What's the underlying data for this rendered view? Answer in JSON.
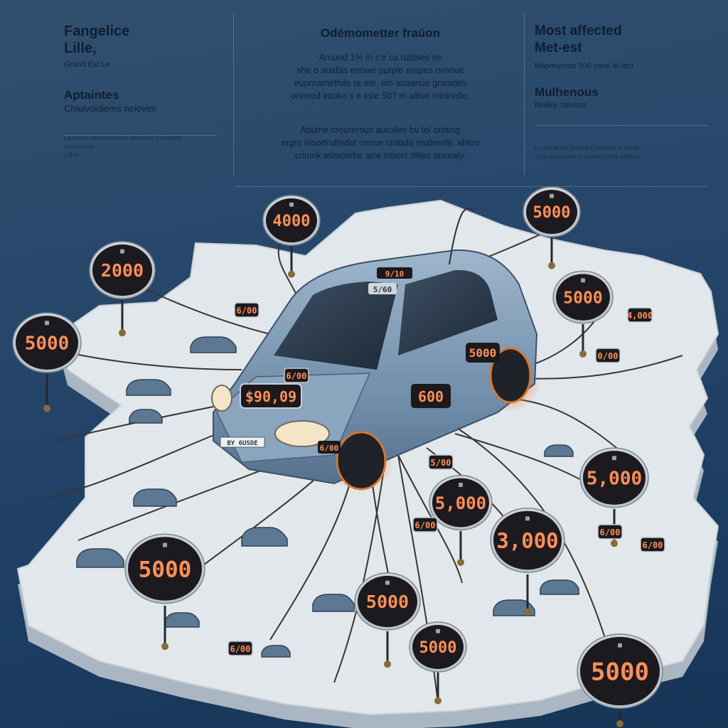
{
  "left_panel": {
    "title_line1": "Fangelice",
    "title_line2": "Lille,",
    "sub": "Grand Est Le",
    "heading": "Aptaintes",
    "subheading": "Chiuivoidiems neioves",
    "fine_lines": [
      "Lansjuns altonnaemes tensiens Sundains",
      "Lonnecvas",
      "Ltikle"
    ]
  },
  "center_panel": {
    "title": "Odémometter fraúon",
    "para1": [
      "Around 1% m c'e ca rubbles es",
      "she o aoabla enowe purple erapes nimnuc",
      "euprnamethds re ete. olo auaanue granides",
      "orimted intoko s e ssle 507 m alliue mininidle."
    ],
    "para2": [
      "Abutrie creorerous aurolles bv tel oreting",
      "ergre eloortruttedet cnnue orabda mutlende. ahtiro",
      "crimnk ieliwolebe arre mbonl dilleu ancealy."
    ]
  },
  "right_panel": {
    "title_line1": "Most affected",
    "title_line2": "Met-est",
    "sub": "Masmunroo 500 yano lo laro",
    "heading": "Mulhenous",
    "subheading": "Mullke naivoos",
    "fine_lines": [
      "Lu ounle ex evame Gréneine s elmie",
      "unguane osute o ceime o cite anifees."
    ]
  },
  "colors": {
    "background": "#26466a",
    "map_surface": "#e3e8ec",
    "map_edge": "#aeb9c3",
    "car_body": "#7f9bb4",
    "gauge_face": "#1c1a1e",
    "gauge_digits": "#ff8f5a"
  },
  "gauges": [
    {
      "label": "4000"
    },
    {
      "label": "5000"
    },
    {
      "label": "2000"
    },
    {
      "label": "5000"
    },
    {
      "label": "5000"
    },
    {
      "label": "5,000"
    },
    {
      "label": "5,000"
    },
    {
      "label": "3,000"
    },
    {
      "label": "5000"
    },
    {
      "label": "5000"
    },
    {
      "label": "5000"
    },
    {
      "label": "5000"
    }
  ],
  "small_tags": [
    {
      "label": "6/00"
    },
    {
      "label": "4,000"
    },
    {
      "label": "0/00"
    },
    {
      "label": "6/00"
    },
    {
      "label": "5/00"
    },
    {
      "label": "6/00"
    },
    {
      "label": "6/00"
    },
    {
      "label": "6/00"
    },
    {
      "label": "6/00"
    }
  ],
  "car_labels": {
    "roof_tag": "9/10",
    "roof_sign": "5/60",
    "hood_display": "$90,09",
    "side_display": "5000",
    "door_display": "600",
    "wheel_tag": "6/00",
    "plate": "BY 6USDE"
  }
}
